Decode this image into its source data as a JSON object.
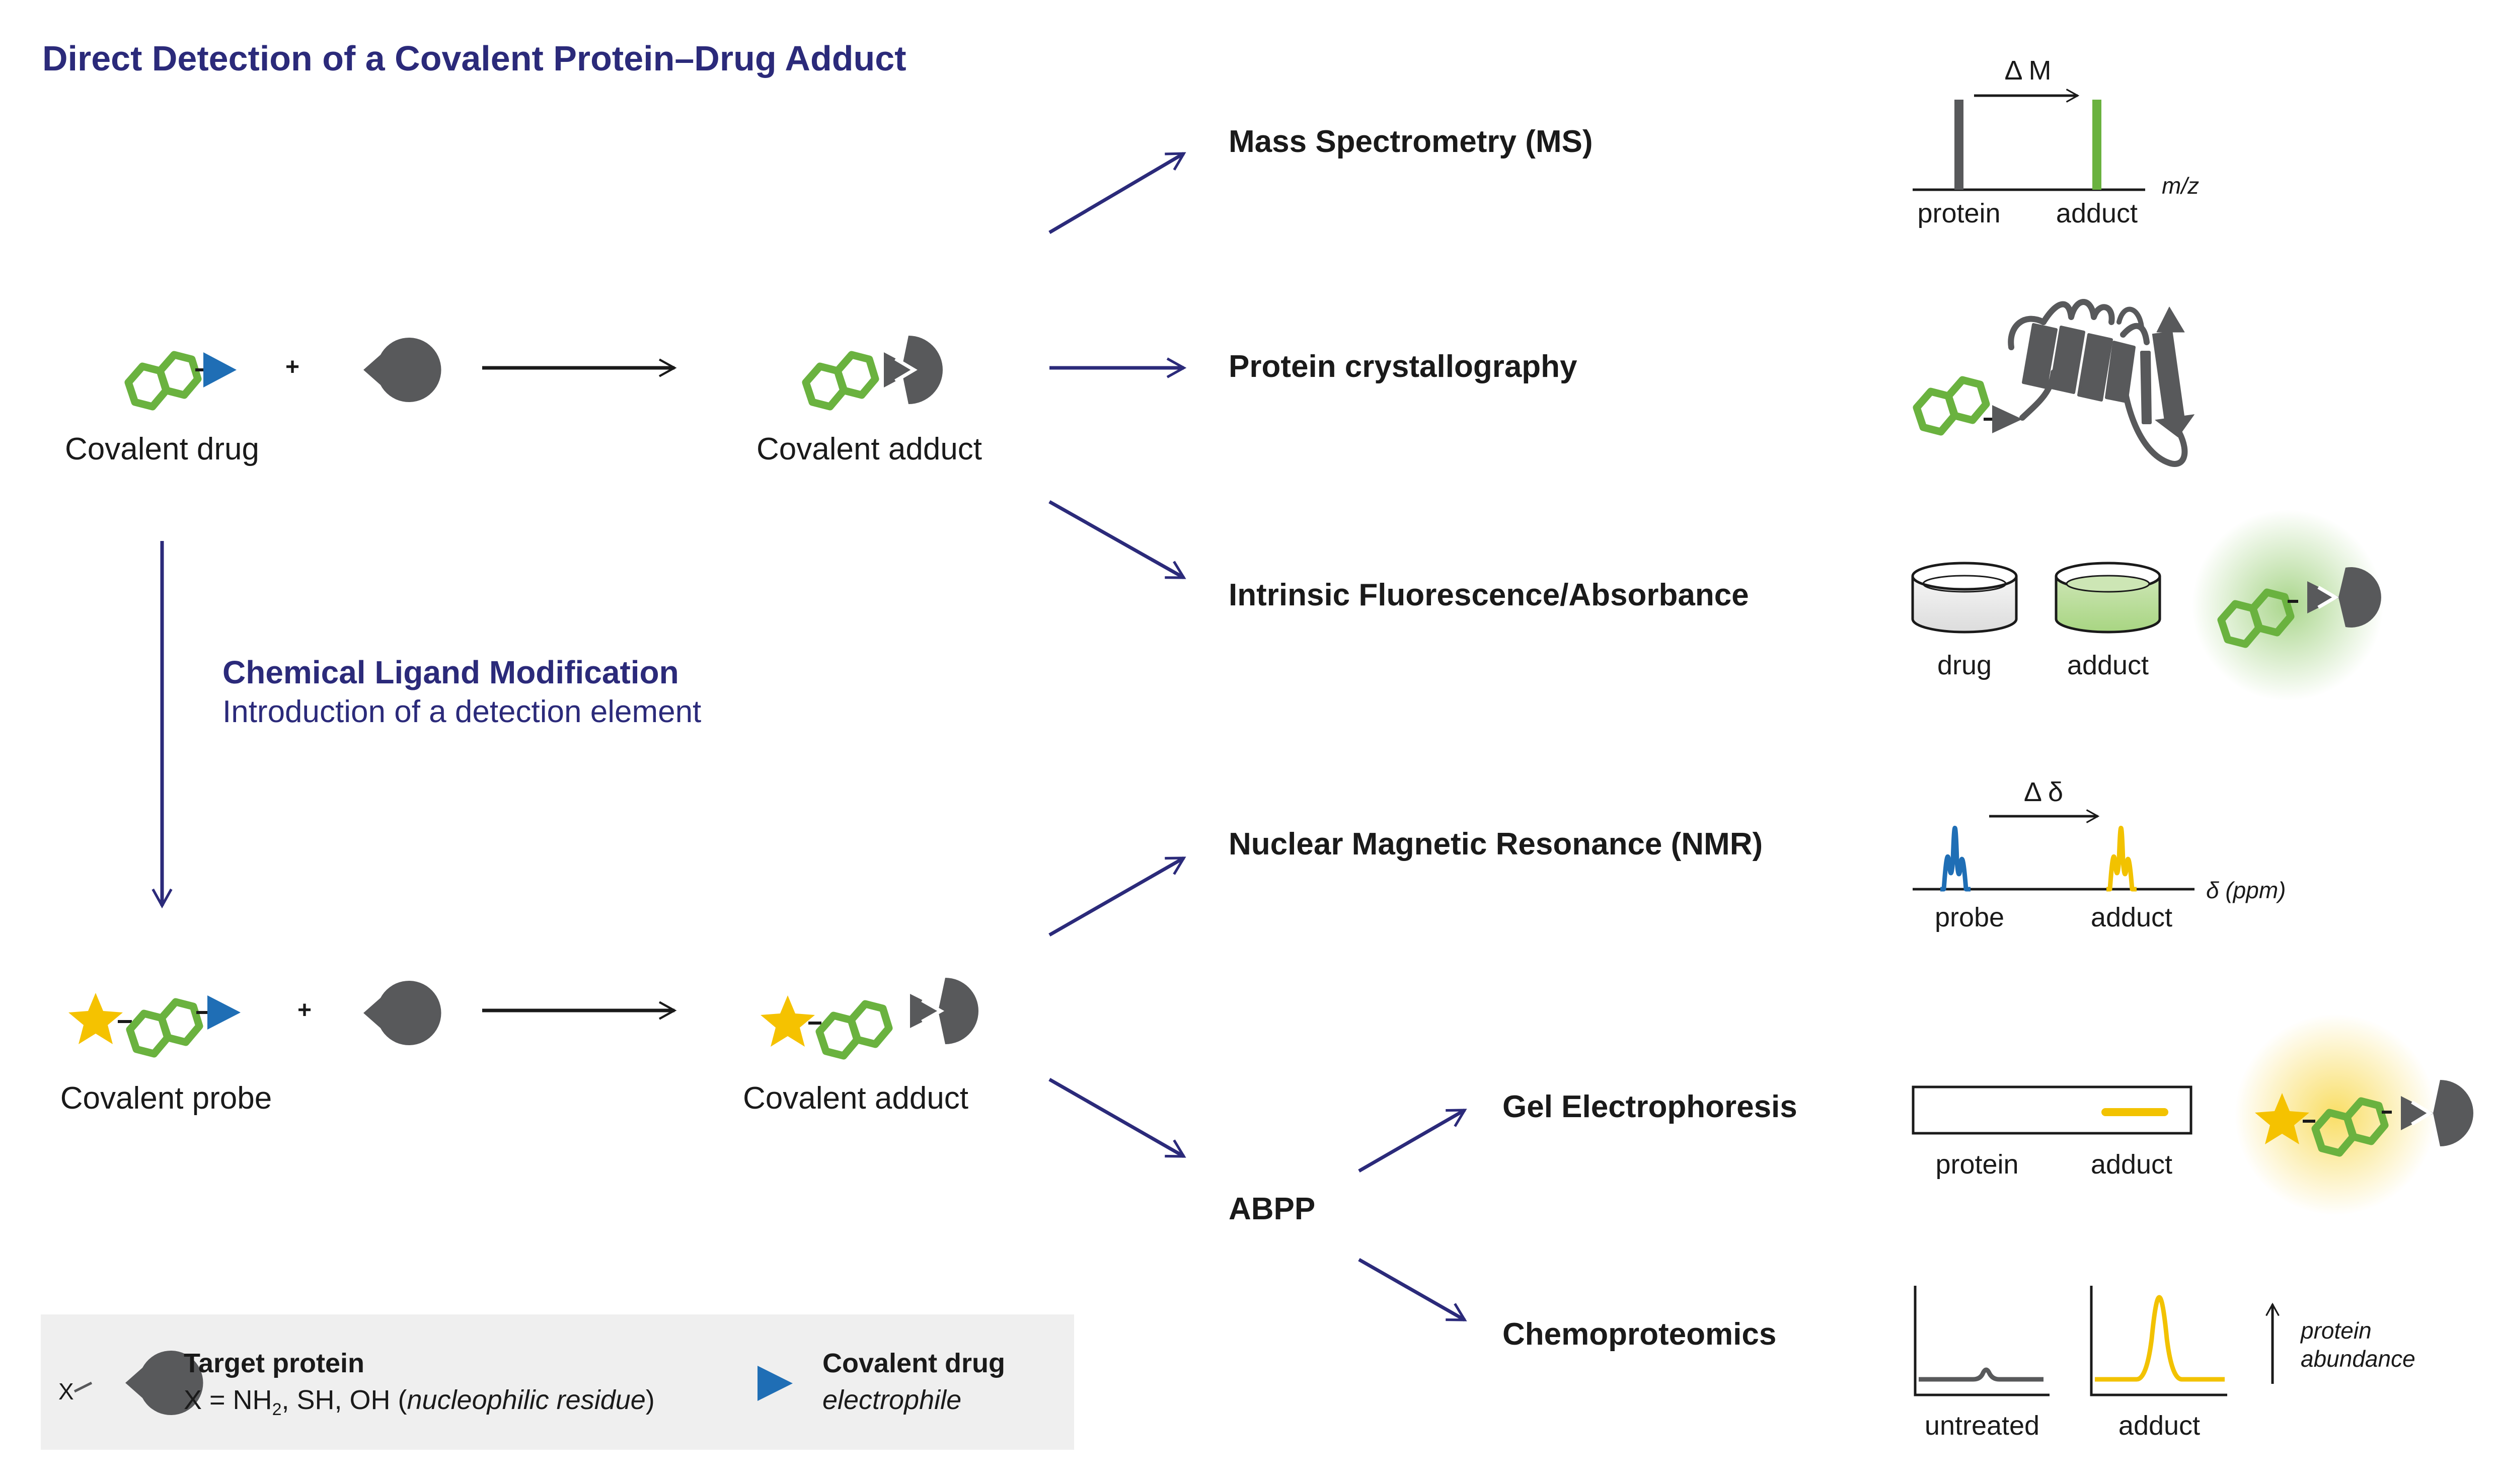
{
  "title": "Direct Detection of a Covalent Protein–Drug Adduct",
  "symbols": {
    "plus": "+",
    "label_covalent_drug": "Covalent drug",
    "label_covalent_adduct_top": "Covalent adduct",
    "label_covalent_probe": "Covalent probe",
    "label_covalent_adduct_bottom": "Covalent adduct"
  },
  "modification": {
    "title": "Chemical Ligand Modification",
    "subtitle": "Introduction of a detection element"
  },
  "methods": {
    "ms": {
      "title": "Mass Spectrometry (MS)",
      "delta": "Δ M",
      "axis": "m/z",
      "left": "protein",
      "right": "adduct"
    },
    "crystallography": {
      "title": "Protein crystallography"
    },
    "fluorescence": {
      "title": "Intrinsic Fluorescence/Absorbance",
      "left": "drug",
      "right": "adduct"
    },
    "nmr": {
      "title": "Nuclear Magnetic Resonance (NMR)",
      "delta": "Δ δ",
      "axis": "δ (ppm)",
      "left": "probe",
      "right": "adduct"
    },
    "abpp": {
      "title": "ABPP",
      "gel": {
        "title": "Gel Electrophoresis",
        "left": "protein",
        "right": "adduct"
      },
      "chemo": {
        "title": "Chemoproteomics",
        "left": "untreated",
        "right": "adduct",
        "axis_line1": "protein",
        "axis_line2": "abundance"
      }
    }
  },
  "legend": {
    "x_label": "X",
    "protein_title": "Target protein",
    "protein_desc_prefix": "X = NH",
    "protein_desc_sub": "2",
    "protein_desc_mid": ", SH, OH (",
    "protein_desc_italic": "nucleophilic residue",
    "protein_desc_suffix": ")",
    "drug_title": "Covalent drug",
    "drug_desc": "electrophile"
  },
  "colors": {
    "title_navy": "#2b2a7a",
    "arrow_navy": "#2b2a7a",
    "protein_gray": "#58595b",
    "drug_green": "#6ab23f",
    "electrophile_blue": "#1f6eb5",
    "probe_yellow": "#f2c200",
    "nmr_blue": "#1f6eb5",
    "legend_bg": "#efefef"
  }
}
